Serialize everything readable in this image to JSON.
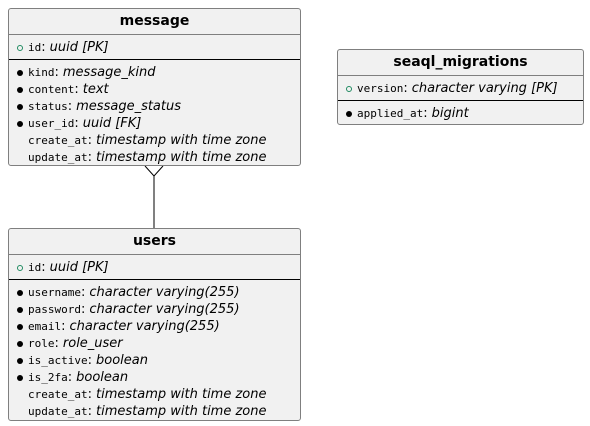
{
  "entities": {
    "message": {
      "title": "message",
      "pk": [
        {
          "name": "id",
          "type": "uuid [PK]",
          "marker": "hollow"
        }
      ],
      "fields": [
        {
          "name": "kind",
          "type": "message_kind",
          "marker": "filled"
        },
        {
          "name": "content",
          "type": "text",
          "marker": "filled"
        },
        {
          "name": "status",
          "type": "message_status",
          "marker": "filled"
        },
        {
          "name": "user_id",
          "type": "uuid [FK]",
          "marker": "filled"
        },
        {
          "name": "create_at",
          "type": "timestamp with time zone",
          "marker": "none"
        },
        {
          "name": "update_at",
          "type": "timestamp with time zone",
          "marker": "none"
        }
      ]
    },
    "seaql_migrations": {
      "title": "seaql_migrations",
      "pk": [
        {
          "name": "version",
          "type": "character varying [PK]",
          "marker": "hollow"
        }
      ],
      "fields": [
        {
          "name": "applied_at",
          "type": "bigint",
          "marker": "filled"
        }
      ]
    },
    "users": {
      "title": "users",
      "pk": [
        {
          "name": "id",
          "type": "uuid [PK]",
          "marker": "hollow"
        }
      ],
      "fields": [
        {
          "name": "username",
          "type": "character varying(255)",
          "marker": "filled"
        },
        {
          "name": "password",
          "type": "character varying(255)",
          "marker": "filled"
        },
        {
          "name": "email",
          "type": "character varying(255)",
          "marker": "filled"
        },
        {
          "name": "role",
          "type": "role_user",
          "marker": "filled"
        },
        {
          "name": "is_active",
          "type": "boolean",
          "marker": "filled"
        },
        {
          "name": "is_2fa",
          "type": "boolean",
          "marker": "filled"
        },
        {
          "name": "create_at",
          "type": "timestamp with time zone",
          "marker": "none"
        },
        {
          "name": "update_at",
          "type": "timestamp with time zone",
          "marker": "none"
        }
      ]
    }
  },
  "relations": [
    {
      "from": "message",
      "to": "users",
      "from_end": "many",
      "to_end": "one"
    }
  ],
  "colors": {
    "entity_fill": "#f1f1f1",
    "entity_border": "#7f7f7f",
    "pk_marker": "#1f8a60",
    "field_marker": "#000000",
    "relation_line": "#000000"
  }
}
